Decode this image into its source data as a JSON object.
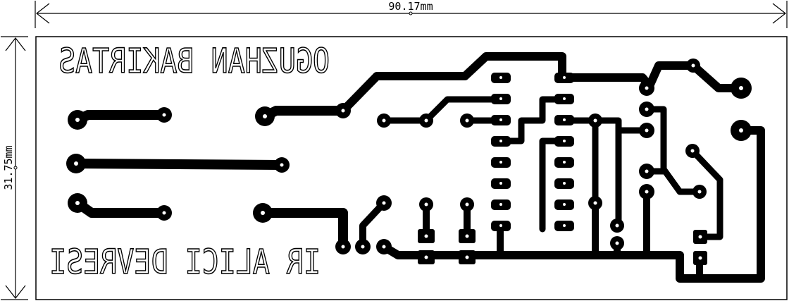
{
  "dimensions": {
    "width_label": "90.17mm",
    "height_label": "31.75mm"
  },
  "silkscreen": {
    "top_text": "OGUZHAN BAKIRTAS",
    "bottom_text": "IR ALICI DEVRESI",
    "mirrored": true
  },
  "colors": {
    "copper": "#000000",
    "board": "#ffffff",
    "outline": "#000000"
  }
}
